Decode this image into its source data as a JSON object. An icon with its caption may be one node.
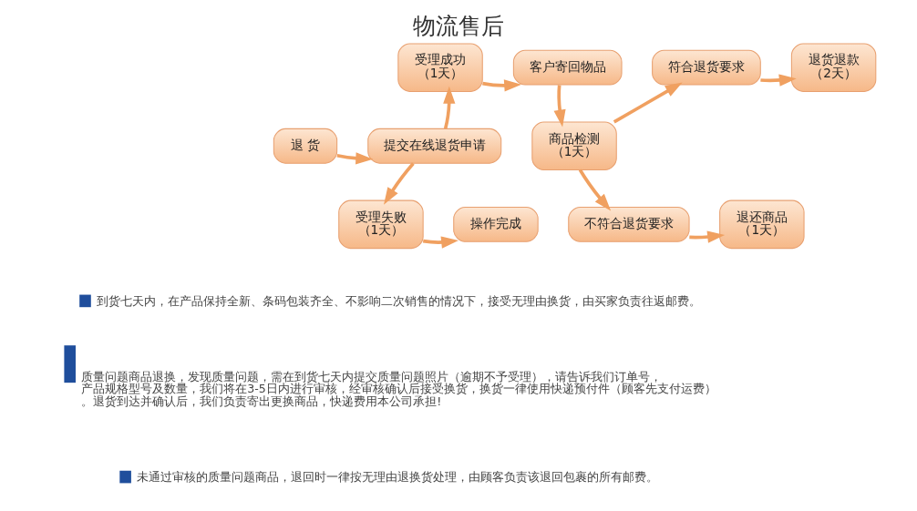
{
  "diagram": {
    "title": "物流售后",
    "nodes": [
      {
        "text": [
          "退 货"
        ]
      },
      {
        "text": [
          "提交在线退货申请"
        ]
      },
      {
        "text": [
          "受理成功",
          "（1天）"
        ]
      },
      {
        "text": [
          "客户寄回物品"
        ]
      },
      {
        "text": [
          "受理失败",
          "（1天）"
        ]
      },
      {
        "text": [
          "操作完成"
        ]
      },
      {
        "text": [
          "商品检测",
          "（1天）"
        ]
      },
      {
        "text": [
          "符合退货要求"
        ]
      },
      {
        "text": [
          "不符合退货要求"
        ]
      },
      {
        "text": [
          "退货退款",
          "（2天）"
        ]
      },
      {
        "text": [
          "退还商品",
          "（1天）"
        ]
      }
    ],
    "edges": [
      {
        "from": 0,
        "to": 1,
        "arrow": "to"
      },
      {
        "from": 1,
        "to": 2,
        "arrow": "to"
      },
      {
        "from": 1,
        "to": 4,
        "arrow": "to"
      },
      {
        "from": 2,
        "to": 3,
        "arrow": "to"
      },
      {
        "from": 3,
        "to": 6,
        "arrow": "to"
      },
      {
        "from": 4,
        "to": 5,
        "arrow": "to"
      },
      {
        "from": 6,
        "to": 7,
        "arrow": "to"
      },
      {
        "from": 6,
        "to": 8,
        "arrow": "to"
      },
      {
        "from": 7,
        "to": 9,
        "arrow": "to"
      },
      {
        "from": 8,
        "to": 10,
        "arrow": "to"
      }
    ],
    "labels": [
      "到货七天内，在产品保持全新、条码包装齐全、不影响二次销售的情况下，接受无理由换货，由买家负责往返邮费。",
      "质量问题商品退换，发现质量问题，需在到货七天内提交质量问题照片（逾期不予受理），请告诉我们订单号，产品规格型号及数量，我们将在3-5日内进行审核，经审核确认后接受换货，换货一律使用快递预付件（顾客先支付运费）。退货到达并确认后，我们负责寄出更换商品，快递费用本公司承担!",
      "未通过审核的质量问题商品，退回时一律按无理由退换货处理，由顾客负责该退回包裹的所有邮费。"
    ]
  }
}
